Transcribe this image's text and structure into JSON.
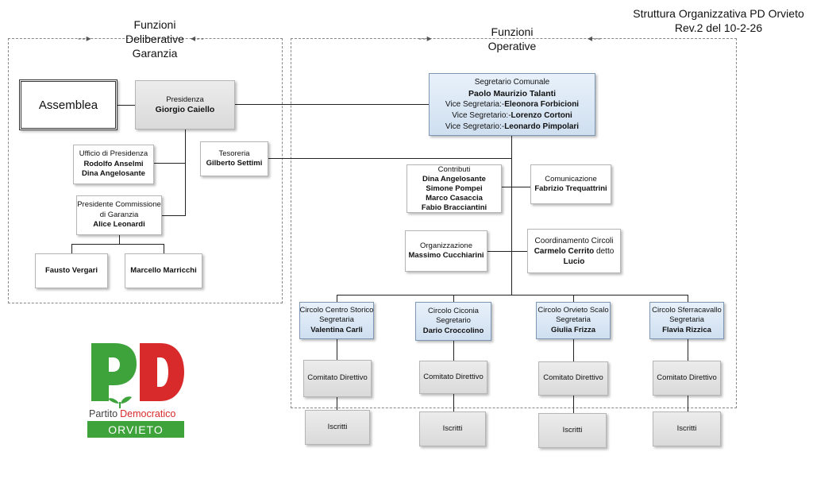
{
  "header": {
    "title": "Struttura Organizzativa PD Orvieto",
    "revision": "Rev.2  del 10-2-26"
  },
  "sections": {
    "deliberative": {
      "line1": "Funzioni",
      "line2": "Deliberative",
      "line3": "Garanzia"
    },
    "operative": {
      "line1": "Funzioni",
      "line2": "Operative"
    }
  },
  "left": {
    "assemblea": "Assemblea",
    "presidenza": {
      "role": "Presidenza",
      "name": "Giorgio Caiello"
    },
    "ufficio": {
      "role": "Ufficio di Presidenza",
      "names": [
        "Rodolfo Anselmi",
        "Dina Angelosante"
      ]
    },
    "tesoreria": {
      "role": "Tesoreria",
      "name": "Gilberto Settimi"
    },
    "garanzia": {
      "role_line1": "Presidente Commissione",
      "role_line2": "di Garanzia",
      "name": "Alice Leonardi"
    },
    "members": [
      "Fausto Vergari",
      "Marcello Marricchi"
    ]
  },
  "segreteria": {
    "role": "Segretario Comunale",
    "name": "Paolo Maurizio Talanti",
    "vice": [
      {
        "label": "Vice Segretaria:-",
        "name": "Eleonora Forbicioni"
      },
      {
        "label": "Vice Segretario:-",
        "name": "Lorenzo Cortoni"
      },
      {
        "label": "Vice Segretario:-",
        "name": "Leonardo Pimpolari"
      }
    ]
  },
  "contributi": {
    "role": "Contributi",
    "names": [
      "Dina Angelosante",
      "Simone Pompei",
      "Marco Casaccia",
      "Fabio Bracciantini"
    ]
  },
  "comunicazione": {
    "role": "Comunicazione",
    "name": "Fabrizio Trequattrini"
  },
  "organizzazione": {
    "role": "Organizzazione",
    "name": "Massimo Cucchiarini"
  },
  "coordinamento": {
    "role": "Coordinamento Circoli",
    "name": "Carmelo Cerrito",
    "suffix": " detto",
    "name2": "Lucio"
  },
  "circoli": [
    {
      "name": "Circolo Centro Storico",
      "role": "Segretaria",
      "person": "Valentina Carli"
    },
    {
      "name": "Circolo Ciconia",
      "role": "Segretario",
      "person": "Dario Croccolino"
    },
    {
      "name": "Circolo Orvieto Scalo",
      "role": "Segretaria",
      "person": "Giulia Frizza"
    },
    {
      "name": "Circolo Sferracavallo",
      "role": "Segretaria",
      "person": "Flavia Rizzica"
    }
  ],
  "comitato_label": "Comitato Direttivo",
  "iscritti_label": "Iscritti",
  "logo": {
    "mark": "PD",
    "text_part1": "Partito",
    "text_part2": "Democratico",
    "city": "ORVIETO",
    "colors": {
      "green": "#3ea33b",
      "red": "#d82a2a",
      "white": "#ffffff"
    }
  }
}
